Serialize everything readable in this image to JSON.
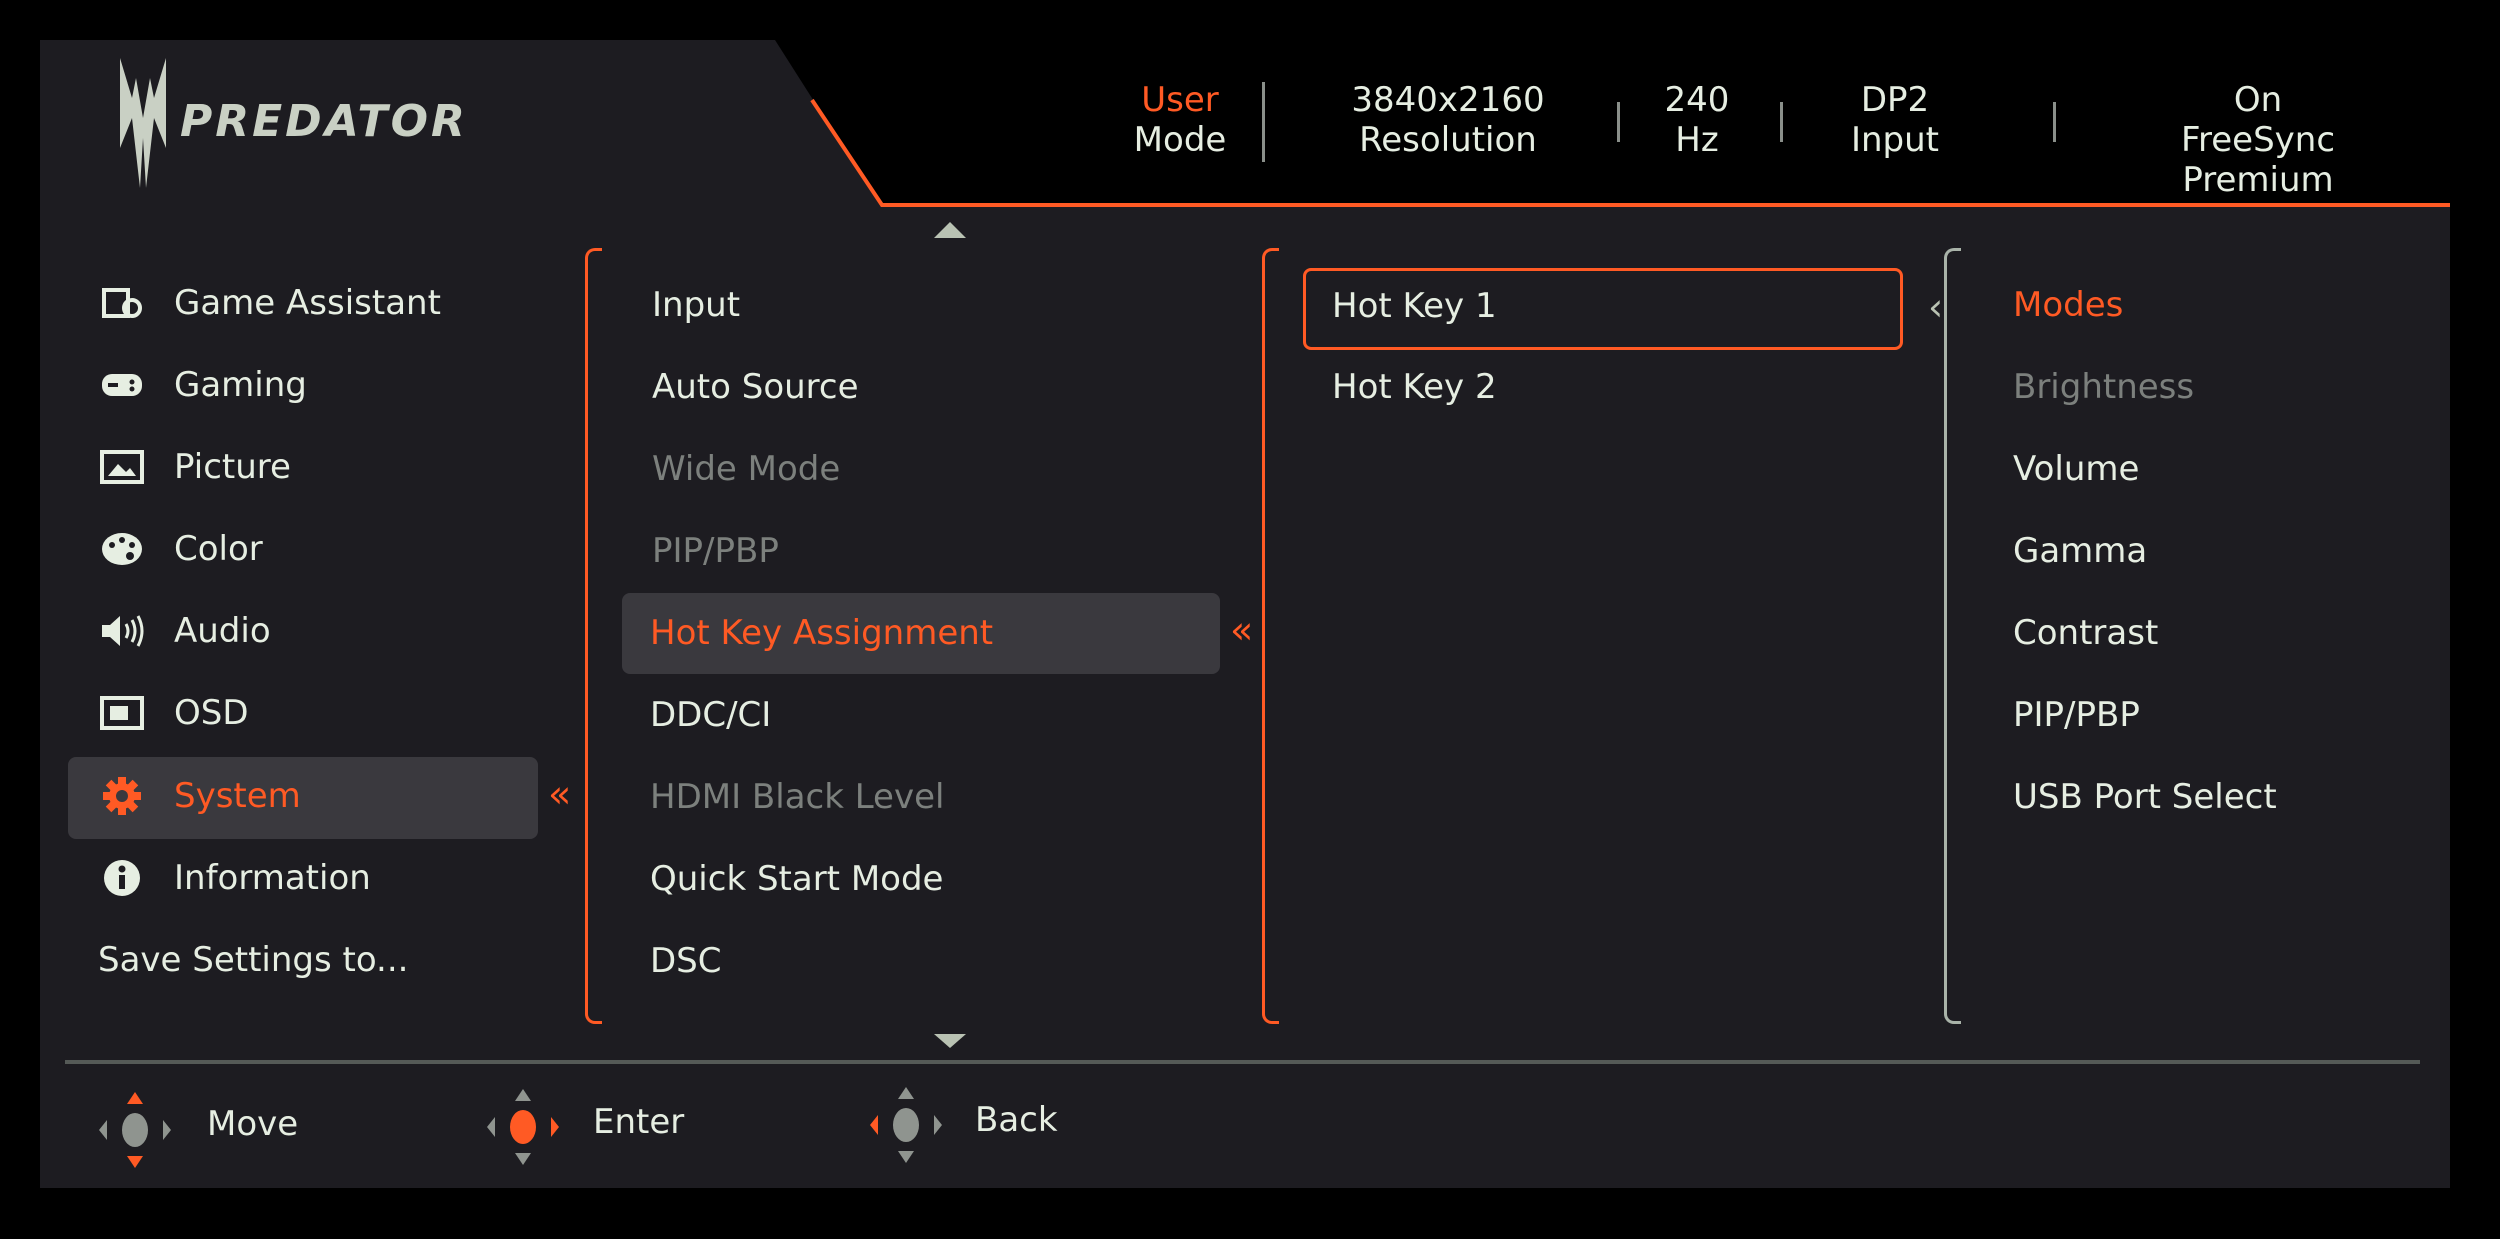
{
  "logo": "PREDATOR",
  "header": [
    {
      "top": "User",
      "bottom": "Mode"
    },
    {
      "top": "3840x2160",
      "bottom": "Resolution"
    },
    {
      "top": "240",
      "bottom": "Hz"
    },
    {
      "top": "DP2",
      "bottom": "Input"
    },
    {
      "top": "On",
      "bottom": "FreeSync Premium"
    }
  ],
  "main_menu": [
    "Game Assistant",
    "Gaming",
    "Picture",
    "Color",
    "Audio",
    "OSD",
    "System",
    "Information",
    "Save Settings to..."
  ],
  "system_menu": [
    "Input",
    "Auto Source",
    "Wide Mode",
    "PIP/PBP",
    "Hot Key Assignment",
    "DDC/CI",
    "HDMI Black Level",
    "Quick Start Mode",
    "DSC"
  ],
  "hotkeys": [
    "Hot Key 1",
    "Hot Key 2"
  ],
  "options": [
    "Modes",
    "Brightness",
    "Volume",
    "Gamma",
    "Contrast",
    "PIP/PBP",
    "USB Port Select"
  ],
  "footer": {
    "move": "Move",
    "enter": "Enter",
    "back": "Back"
  },
  "colors": {
    "accent": "#ff5a24",
    "text": "#e6eee2",
    "disabled": "#7c807d",
    "panel": "#1d1c21"
  }
}
